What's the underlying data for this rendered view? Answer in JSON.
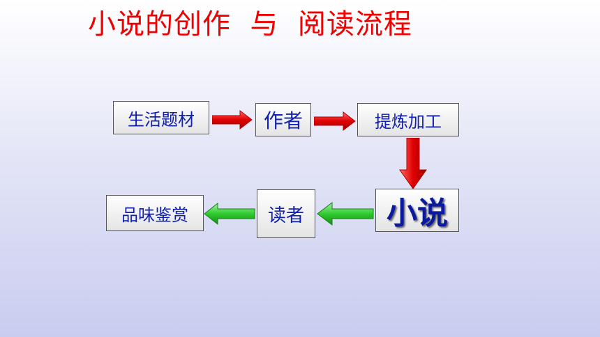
{
  "title": "小说的创作  与  阅读流程",
  "nodes": {
    "life": "生活题材",
    "author": "作者",
    "refine": "提炼加工",
    "novel": "小说",
    "reader": "读者",
    "appreciate": "品味鉴赏"
  },
  "colors": {
    "title": "#f00000",
    "node_text": "#1020b0",
    "arrow_forward": "#e00000",
    "arrow_return": "#22cc22"
  },
  "arrows": [
    {
      "from": "life",
      "to": "author",
      "color": "red",
      "direction": "right"
    },
    {
      "from": "author",
      "to": "refine",
      "color": "red",
      "direction": "right"
    },
    {
      "from": "refine",
      "to": "novel",
      "color": "red",
      "direction": "down"
    },
    {
      "from": "novel",
      "to": "reader",
      "color": "green",
      "direction": "left"
    },
    {
      "from": "reader",
      "to": "appreciate",
      "color": "green",
      "direction": "left"
    }
  ]
}
